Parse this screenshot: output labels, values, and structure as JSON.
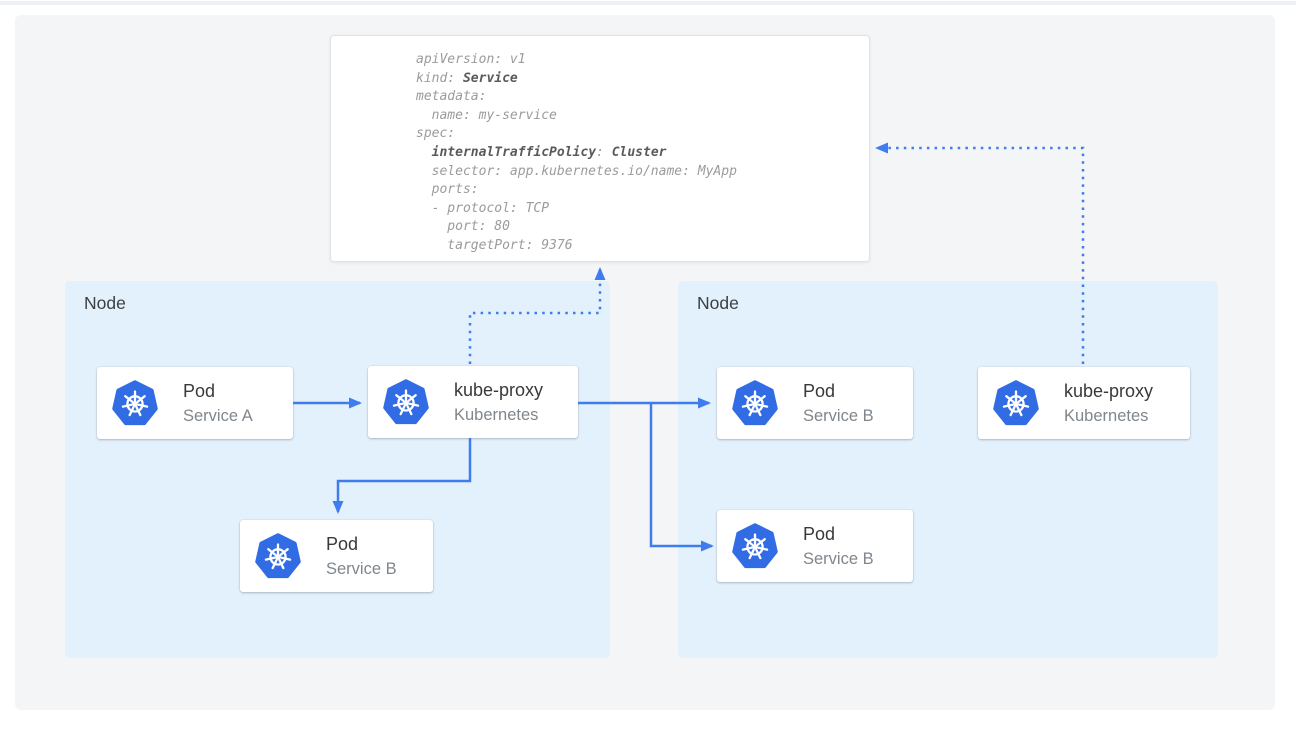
{
  "colors": {
    "canvas_bg": "#f4f5f6",
    "top_strip": "#edf0f4",
    "node_bg": "#e3f1fc",
    "kubernetes_blue": "#326ce5",
    "arrow_blue": "#3e7cf0",
    "code_text": "#9b9b9b",
    "code_bold": "#5a5a5a",
    "title_text": "#37393c",
    "subtitle_text": "#7f868c",
    "panel_border": "#e2e2e2",
    "card_bg": "#ffffff",
    "node_label_text": "#3c4043"
  },
  "yaml_panel": {
    "lines": [
      [
        {
          "t": "apiVersion: v1"
        }
      ],
      [
        {
          "t": "kind: "
        },
        {
          "t": "Service",
          "b": true
        }
      ],
      [
        {
          "t": "metadata:"
        }
      ],
      [
        {
          "t": "  name: my-service"
        }
      ],
      [
        {
          "t": "spec:"
        }
      ],
      [
        {
          "t": "  "
        },
        {
          "t": "internalTrafficPolicy",
          "b": true
        },
        {
          "t": ": "
        },
        {
          "t": "Cluster",
          "b": true
        }
      ],
      [
        {
          "t": "  selector: app.kubernetes.io/name: MyApp"
        }
      ],
      [
        {
          "t": "  ports:"
        }
      ],
      [
        {
          "t": "  - protocol: TCP"
        }
      ],
      [
        {
          "t": "    port: 80"
        }
      ],
      [
        {
          "t": "    targetPort: 9376"
        }
      ]
    ]
  },
  "nodes": {
    "left": {
      "label": "Node"
    },
    "right": {
      "label": "Node"
    }
  },
  "cards": {
    "pod_a": {
      "title": "Pod",
      "subtitle": "Service A"
    },
    "kube_proxy_left": {
      "title": "kube-proxy",
      "subtitle": "Kubernetes"
    },
    "pod_b_left": {
      "title": "Pod",
      "subtitle": "Service B"
    },
    "pod_b_right_top": {
      "title": "Pod",
      "subtitle": "Service B"
    },
    "pod_b_right_bottom": {
      "title": "Pod",
      "subtitle": "Service B"
    },
    "kube_proxy_right": {
      "title": "kube-proxy",
      "subtitle": "Kubernetes"
    }
  },
  "icons": {
    "kubernetes": "kubernetes-helm-wheel"
  }
}
